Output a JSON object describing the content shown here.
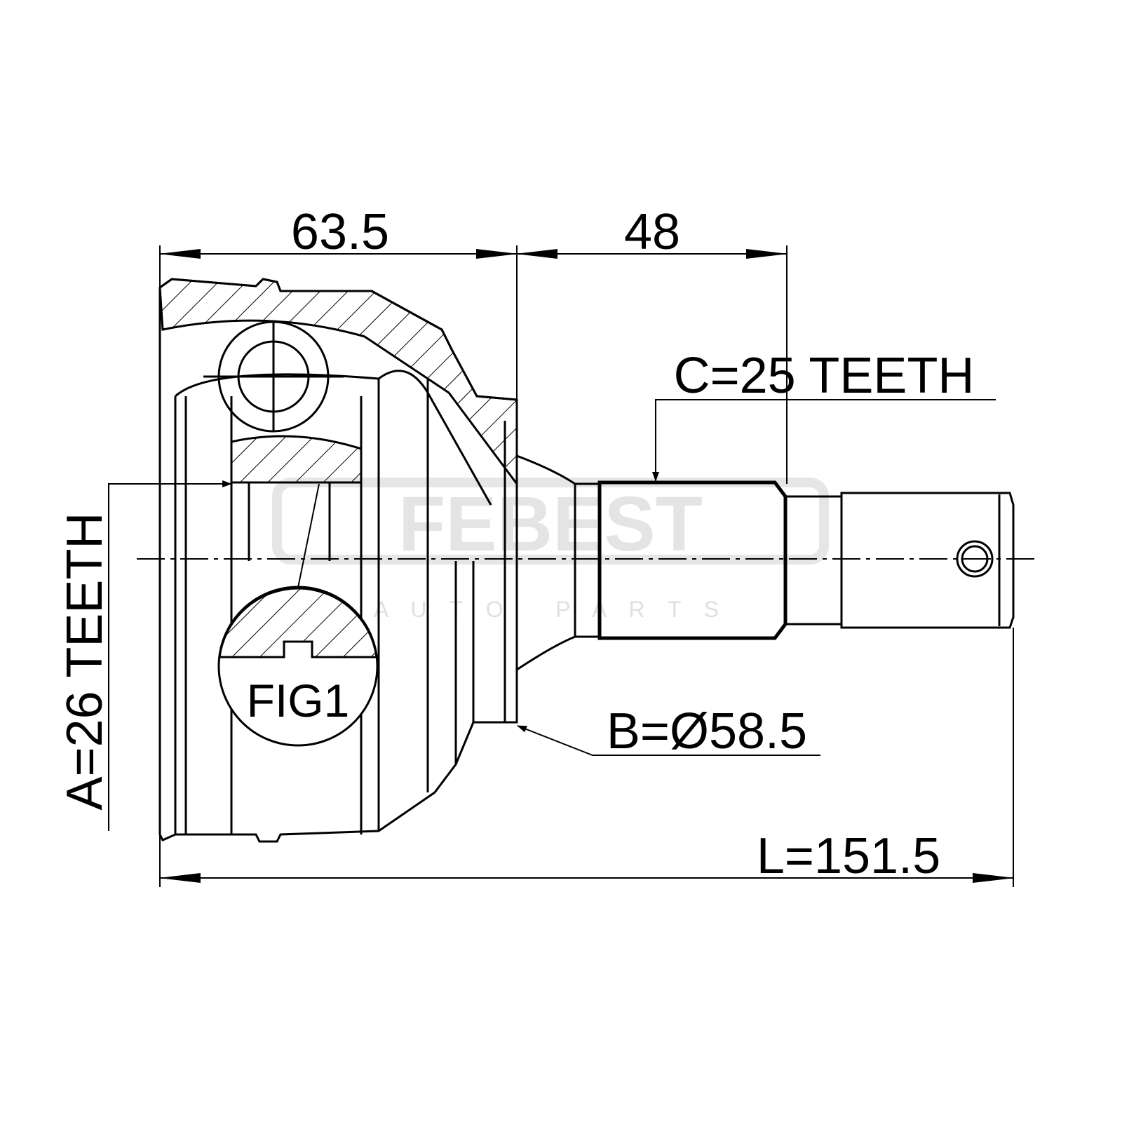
{
  "watermark": {
    "brand": "FEBEST",
    "sub": "A U T O   P A R T S"
  },
  "dimensions": {
    "width_housing": "63.5",
    "width_shaft": "48",
    "outer_spline": "C=25 TEETH",
    "inner_spline": "A=26 TEETH",
    "abs_ring": "B=Ø58.5",
    "length": "L=151.5"
  },
  "figure_label": "FIG1",
  "colors": {
    "line": "#000000",
    "watermark": "#e4e4e4"
  }
}
